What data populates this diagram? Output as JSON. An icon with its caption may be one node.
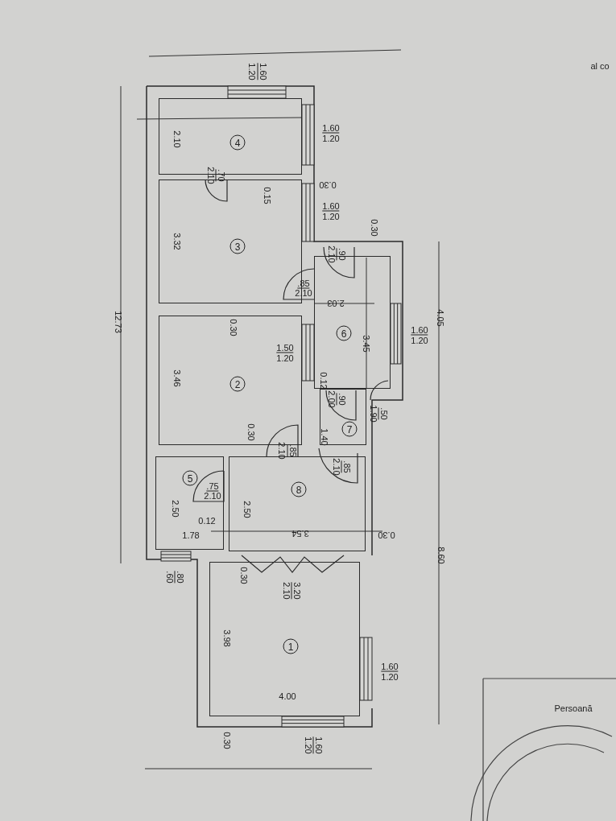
{
  "diagram": {
    "nodes": [
      {
        "text": [
          "4"
        ]
      },
      {
        "text": [
          "3"
        ]
      },
      {
        "text": [
          "2"
        ]
      },
      {
        "text": [
          "6"
        ]
      },
      {
        "text": [
          "7"
        ]
      },
      {
        "text": [
          "5"
        ]
      },
      {
        "text": [
          "8"
        ]
      },
      {
        "text": [
          "1"
        ]
      }
    ],
    "labels": [
      "1.60",
      "1.20",
      "2.10",
      "1.60",
      "1.20",
      ".70",
      "2.10",
      "0.30",
      "0.15",
      "1.60",
      "1.20",
      "0.30",
      "3.32",
      ".90",
      "2.10",
      ".85",
      "2.10",
      "2.03",
      "12.73",
      "4.05",
      "0.30",
      "3.45",
      "1.60",
      "1.20",
      "1.50",
      "1.20",
      "3.46",
      "0.12",
      ".90",
      "2.00",
      ".50",
      "1.90",
      "0.30",
      "1.40",
      ".85",
      "2.10",
      ".85",
      "2.10",
      ".75",
      "2.10",
      "2.50",
      "2.50",
      "0.12",
      "3.54",
      "0.30",
      "1.78",
      "8.60",
      ".80",
      ".60",
      "0.30",
      "3.20",
      "2.10",
      "3.98",
      "1.60",
      "1.20",
      "4.00",
      "0.30",
      "1.60",
      "1.20",
      "Persoană",
      "al co"
    ]
  }
}
